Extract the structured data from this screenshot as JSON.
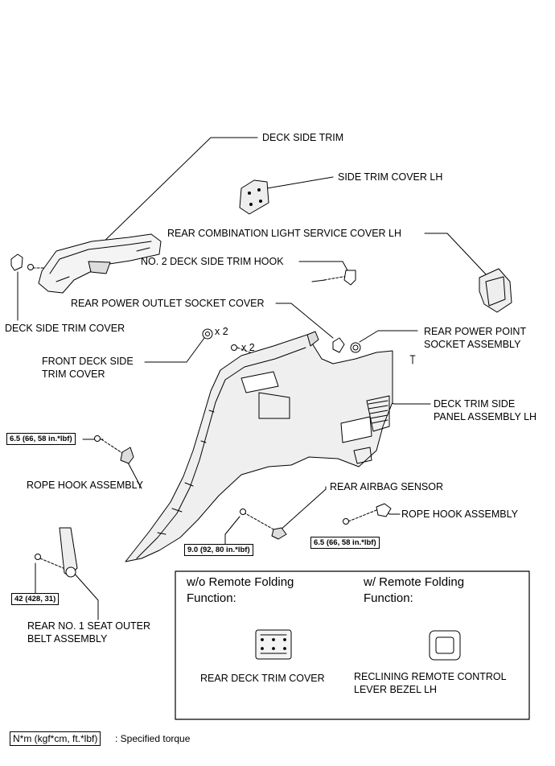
{
  "labels": {
    "deck_side_trim": "DECK SIDE TRIM",
    "side_trim_cover_lh": "SIDE TRIM COVER LH",
    "rear_combination_light_service_cover_lh": "REAR COMBINATION LIGHT SERVICE COVER LH",
    "no2_deck_side_trim_hook": "NO. 2 DECK SIDE TRIM HOOK",
    "rear_power_outlet_socket_cover": "REAR POWER OUTLET SOCKET COVER",
    "deck_side_trim_cover": "DECK SIDE TRIM COVER",
    "rear_power_point_socket_assembly": [
      "REAR POWER POINT",
      "SOCKET ASSEMBLY"
    ],
    "front_deck_side_trim_cover": [
      "FRONT DECK SIDE",
      "TRIM COVER"
    ],
    "deck_trim_side_panel_assembly_lh": [
      "DECK TRIM SIDE",
      "PANEL ASSEMBLY LH"
    ],
    "rope_hook_assembly_left": "ROPE HOOK ASSEMBLY",
    "rear_airbag_sensor": "REAR AIRBAG SENSOR",
    "rope_hook_assembly_right": "ROPE HOOK ASSEMBLY",
    "rear_no1_seat_outer_belt_assembly": [
      "REAR NO. 1 SEAT OUTER",
      "BELT ASSEMBLY"
    ]
  },
  "quantities": {
    "front_cover_qty": "x 2",
    "clip_qty": "x 2"
  },
  "torques": {
    "rope_hook_left": "6.5 (66, 58 in.*lbf)",
    "airbag_sensor": "9.0 (92, 80 in.*lbf)",
    "rope_hook_right": "6.5 (66, 58 in.*lbf)",
    "seat_belt": "42 (428, 31)"
  },
  "variant_box": {
    "left_heading": [
      "w/o Remote Folding",
      "Function:"
    ],
    "right_heading": [
      "w/ Remote Folding",
      "Function:"
    ],
    "left_part": "REAR DECK TRIM COVER",
    "right_part": [
      "RECLINING REMOTE CONTROL",
      "LEVER BEZEL LH"
    ]
  },
  "legend": {
    "key": "N*m (kgf*cm, ft.*lbf)",
    "text": ": Specified torque"
  }
}
